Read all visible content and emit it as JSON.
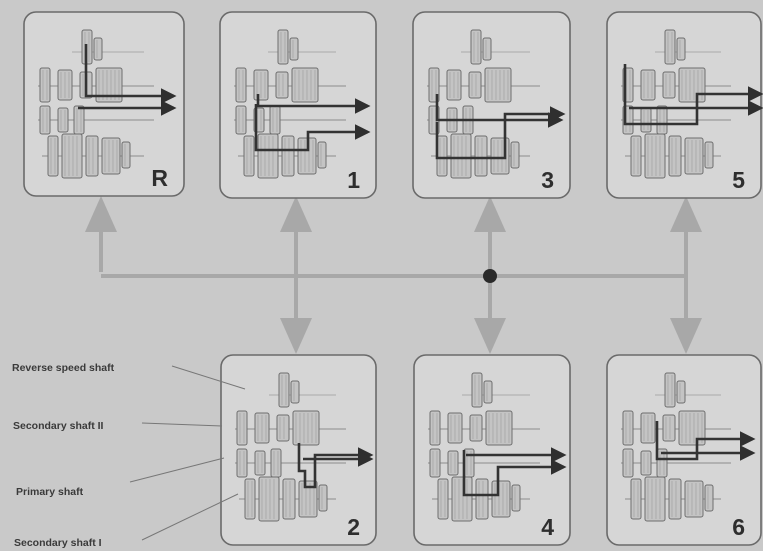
{
  "panels": [
    {
      "id": "R",
      "number": "R"
    },
    {
      "id": "1",
      "number": "1"
    },
    {
      "id": "3",
      "number": "3"
    },
    {
      "id": "5",
      "number": "5"
    },
    {
      "id": "2",
      "number": "2"
    },
    {
      "id": "4",
      "number": "4"
    },
    {
      "id": "6",
      "number": "6"
    }
  ],
  "labels": {
    "reverse": "Reverse speed shaft",
    "secondary2": "Secondary shaft II",
    "primary": "Primary shaft",
    "secondary1": "Secondary shaft I"
  },
  "colors": {
    "background": "#c9c9c9",
    "panel": "#d6d6d6",
    "panel_border": "#6a6a6a",
    "gear": "#bdbdbd",
    "power_path": "#333333",
    "connector": "#a8a8a8"
  }
}
